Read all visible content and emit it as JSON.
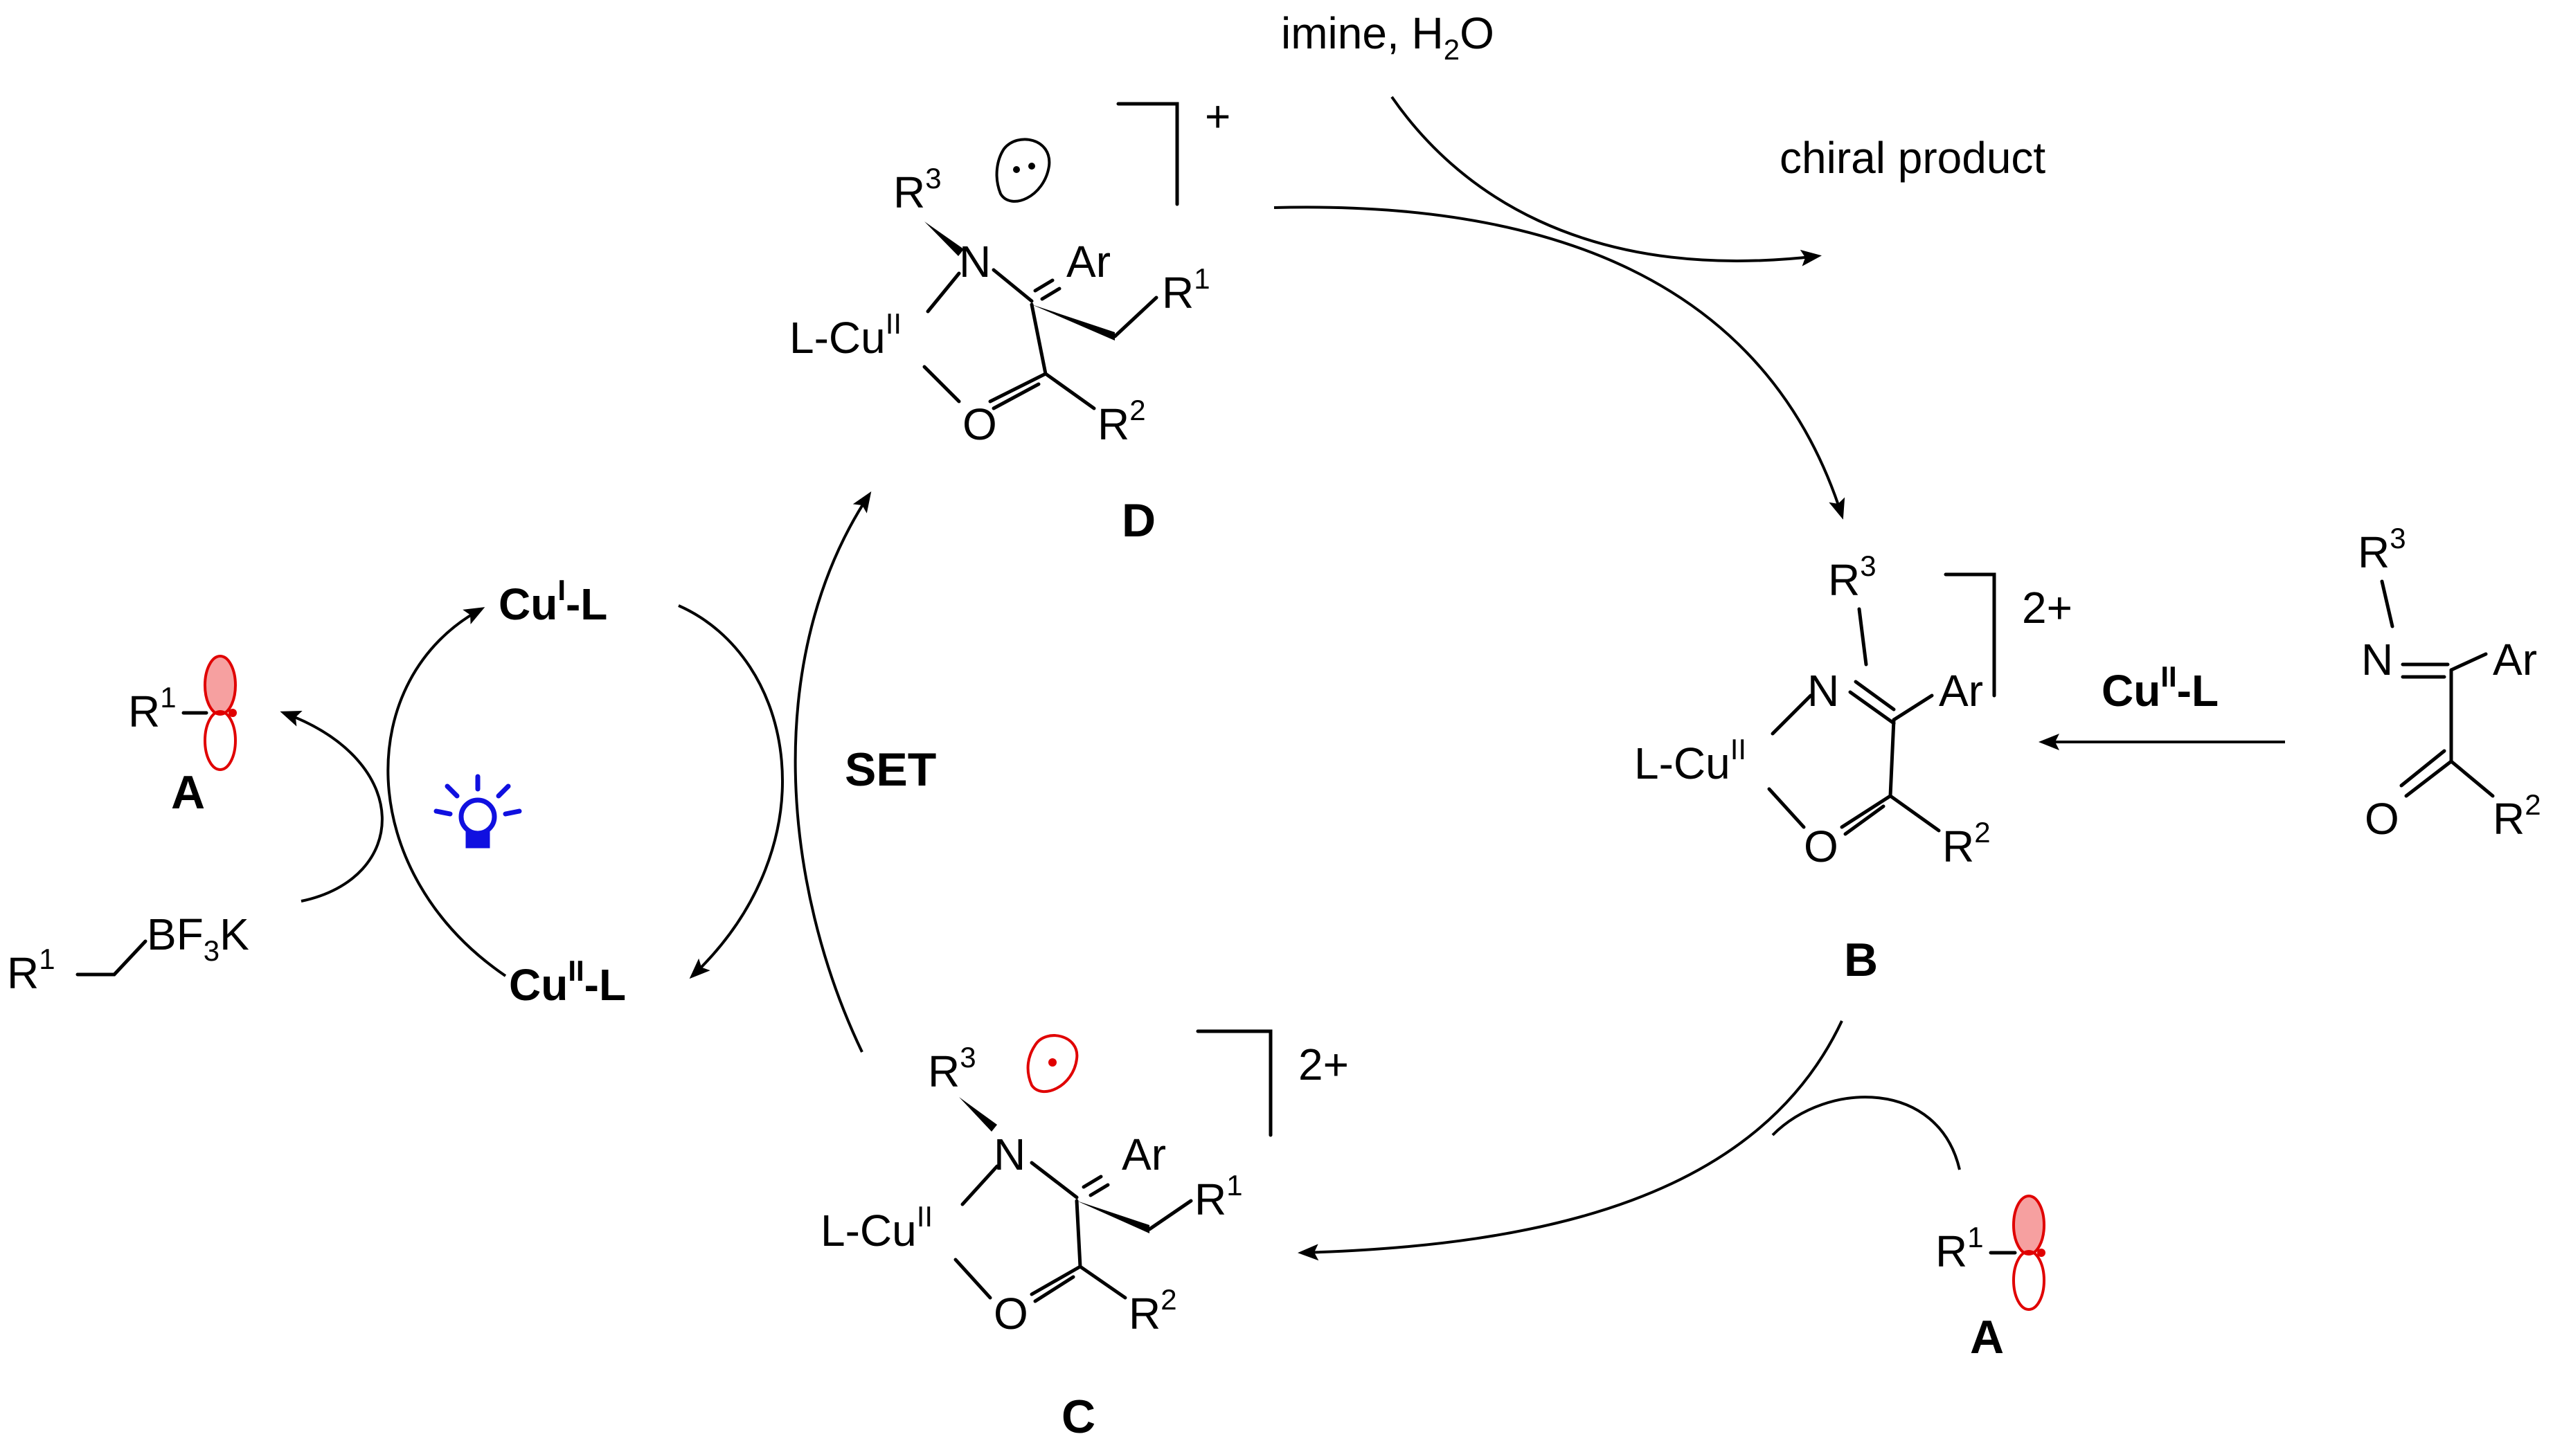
{
  "reagents": {
    "imine_water": {
      "main": "imine, H",
      "sub": "2",
      "tail": "O"
    },
    "chiral_product": "chiral product",
    "set_label": "SET",
    "cu_ii_l_right": {
      "base": "Cu",
      "sup": "II",
      "tail": "-L"
    }
  },
  "photocycle": {
    "cu_i_l": {
      "base": "Cu",
      "sup": "I",
      "tail": "-L"
    },
    "cu_ii_l": {
      "base": "Cu",
      "sup": "II",
      "tail": "-L"
    },
    "precursor": {
      "r": "R",
      "r_sup": "1",
      "bf": "BF",
      "bf_sub": "3",
      "k": "K"
    },
    "radical_A": {
      "r": "R",
      "r_sup": "1",
      "label": "A"
    }
  },
  "intermediate_D": {
    "label": "D",
    "charge": "+",
    "r3": "R",
    "r3_sup": "3",
    "n": "N",
    "ar": "Ar",
    "r1": "R",
    "r1_sup": "1",
    "lcu": "L-Cu",
    "cu_sup": "II",
    "o": "O",
    "r2": "R",
    "r2_sup": "2"
  },
  "intermediate_B": {
    "label": "B",
    "charge": "2+",
    "r3": "R",
    "r3_sup": "3",
    "n": "N",
    "ar": "Ar",
    "lcu": "L-Cu",
    "cu_sup": "II",
    "o": "O",
    "r2": "R",
    "r2_sup": "2"
  },
  "intermediate_C": {
    "label": "C",
    "charge": "2+",
    "r3": "R",
    "r3_sup": "3",
    "n": "N",
    "ar": "Ar",
    "r1": "R",
    "r1_sup": "1",
    "lcu": "L-Cu",
    "cu_sup": "II",
    "o": "O",
    "r2": "R",
    "r2_sup": "2"
  },
  "substrate": {
    "r3": "R",
    "r3_sup": "3",
    "n": "N",
    "ar": "Ar",
    "o": "O",
    "r2": "R",
    "r2_sup": "2"
  },
  "radical_A_right": {
    "r": "R",
    "r_sup": "1",
    "label": "A"
  },
  "colors": {
    "radical": "#e00000",
    "lightbulb": "#1010e0",
    "ink": "#000000"
  },
  "icons": [
    "lightbulb-icon",
    "radical-orbital-icon",
    "lone-pair-orbital-icon"
  ]
}
